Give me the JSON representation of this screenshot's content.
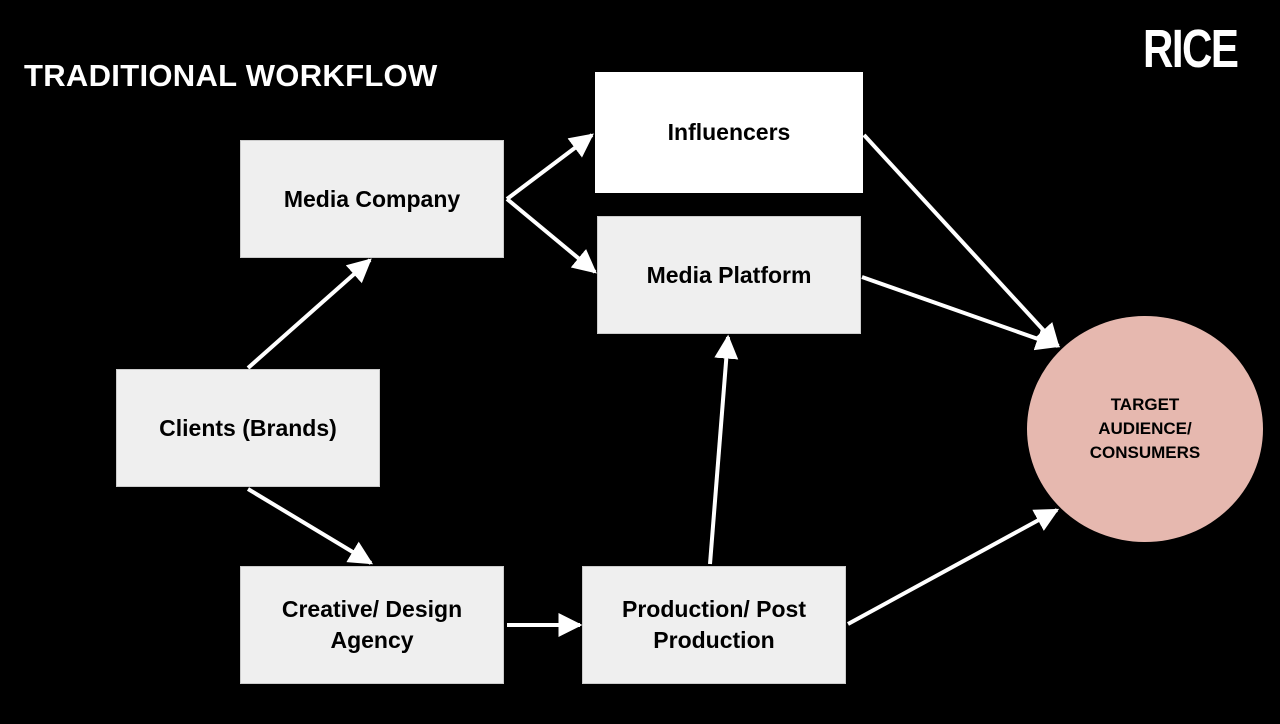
{
  "slide": {
    "title": "TRADITIONAL WORKFLOW",
    "logo_text": "RICE"
  },
  "nodes": {
    "media_company": "Media Company",
    "influencers": "Influencers",
    "media_platform": "Media Platform",
    "clients": "Clients (Brands)",
    "creative_agency": "Creative/ Design Agency",
    "production": "Production/ Post Production",
    "target_audience": "TARGET AUDIENCE/ CONSUMERS"
  },
  "edges": [
    {
      "from": "Clients (Brands)",
      "to": "Media Company"
    },
    {
      "from": "Clients (Brands)",
      "to": "Creative/ Design Agency"
    },
    {
      "from": "Media Company",
      "to": "Influencers"
    },
    {
      "from": "Media Company",
      "to": "Media Platform"
    },
    {
      "from": "Creative/ Design Agency",
      "to": "Production/ Post Production"
    },
    {
      "from": "Production/ Post Production",
      "to": "Media Platform"
    },
    {
      "from": "Influencers",
      "to": "TARGET AUDIENCE/ CONSUMERS"
    },
    {
      "from": "Media Platform",
      "to": "TARGET AUDIENCE/ CONSUMERS"
    },
    {
      "from": "Production/ Post Production",
      "to": "TARGET AUDIENCE/ CONSUMERS"
    }
  ],
  "colors": {
    "background": "#000000",
    "box_fill": "#efefef",
    "highlight_box_fill": "#ffffff",
    "target_circle_fill": "#e6b8af",
    "arrow_color": "#ffffff"
  }
}
